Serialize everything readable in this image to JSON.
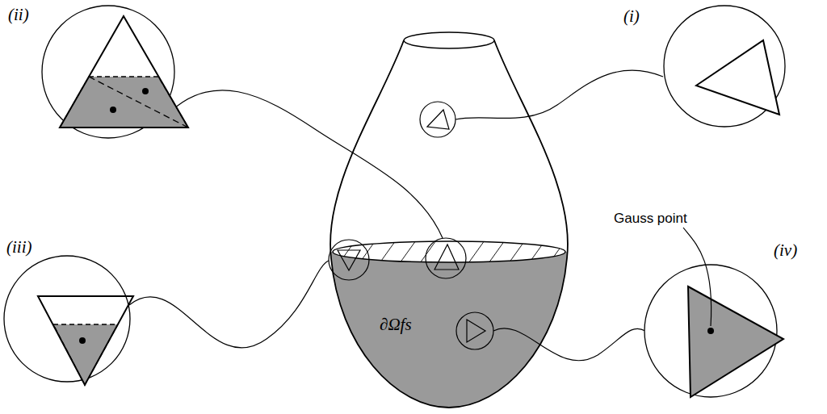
{
  "diagram": {
    "labels": [
      "(ii)",
      "(i)",
      "(iii)",
      "(iv)",
      "Gauss point",
      "∂Ωfs"
    ]
  }
}
